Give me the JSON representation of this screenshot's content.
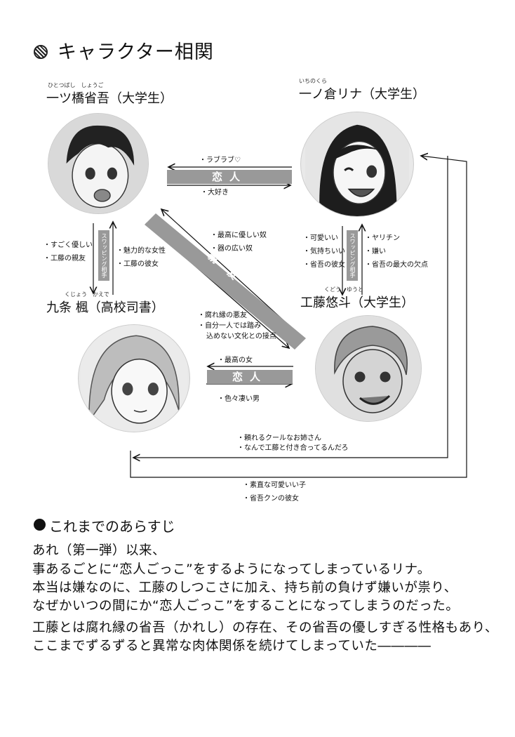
{
  "title": "キャラクター相関",
  "characters": {
    "shogo": {
      "ruby": "ひとつばし　しょうご",
      "name": "一ツ橋省吾（大学生）"
    },
    "rina": {
      "ruby": "いちのくら",
      "name": "一ノ倉リナ（大学生）"
    },
    "kaede": {
      "ruby": "くじょう　かえで",
      "name": "九条 楓（高校司書）"
    },
    "kudo": {
      "ruby": "くどう　ゆうと",
      "name": "工藤悠斗（大学生）"
    }
  },
  "relations": {
    "koibito_label": "恋人",
    "shinyu_label": "親友",
    "shogo_to_rina": "・ラブラブ♡",
    "rina_to_shogo": "・大好き",
    "shogo_kaede_band": "スワッピング相手",
    "kaede_to_shogo": [
      "・すごく優しい",
      "・工藤の親友"
    ],
    "shogo_to_kaede": [
      "・魅力的な女性",
      "・工藤の彼女"
    ],
    "rina_kudo_band": "スワッピング相手",
    "kudo_to_rina": [
      "・可愛いい",
      "・気持ちいい",
      "・省吾の彼女"
    ],
    "rina_to_kudo": [
      "・ヤリチン",
      "・嫌い",
      "・省吾の最大の欠点"
    ],
    "kudo_to_shogo": [
      "・最高に優しい奴",
      "・器の広い奴"
    ],
    "shogo_to_kudo": [
      "・腐れ縁の悪友",
      "・自分一人では踏み",
      "込めない文化との接点"
    ],
    "kudo_to_kaede": "・最高の女",
    "kaede_to_kudo": "・色々凄い男",
    "kaede_to_rina": [
      "・頼れるクールなお姉さん",
      "・なんで工藤と付き合ってるんだろ"
    ],
    "rina_to_kaede": [
      "・素直な可愛いい子",
      "・省吾クンの彼女"
    ]
  },
  "synopsis": {
    "heading": "これまでのあらすじ",
    "lines": [
      "あれ（第一弾）以来、",
      "事あるごとに“恋人ごっこ”をするようになってしまっているリナ。",
      "本当は嫌なのに、工藤のしつこさに加え、持ち前の負けず嫌いが祟り、",
      "なぜかいつの間にか“恋人ごっこ”をすることになってしまうのだった。",
      "工藤とは腐れ縁の省吾（かれし）の存在、その省吾の優しすぎる性格もあり、",
      "ここまでずるずると異常な肉体関係を続けてしまっていた――――"
    ]
  },
  "colors": {
    "band": "#999999",
    "ink": "#111111"
  }
}
